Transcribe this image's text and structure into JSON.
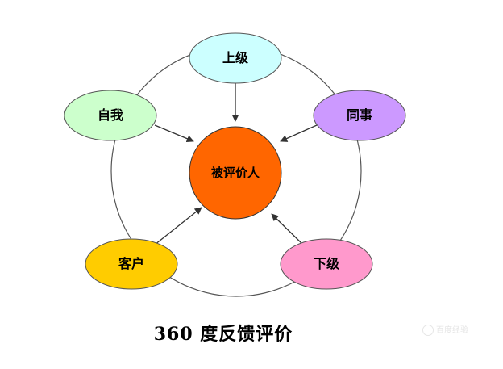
{
  "diagram": {
    "center": {
      "label": "被评价人",
      "fill": "#ff6600"
    },
    "nodes": [
      {
        "id": "superior",
        "label": "上级",
        "fill": "#ccffff"
      },
      {
        "id": "colleague",
        "label": "同事",
        "fill": "#cc99ff"
      },
      {
        "id": "subordinate",
        "label": "下级",
        "fill": "#ff99cc"
      },
      {
        "id": "customer",
        "label": "客户",
        "fill": "#ffcc00"
      },
      {
        "id": "self",
        "label": "自我",
        "fill": "#ccffcc"
      }
    ],
    "caption": "360 度反馈评价",
    "watermark": "百度经验"
  }
}
